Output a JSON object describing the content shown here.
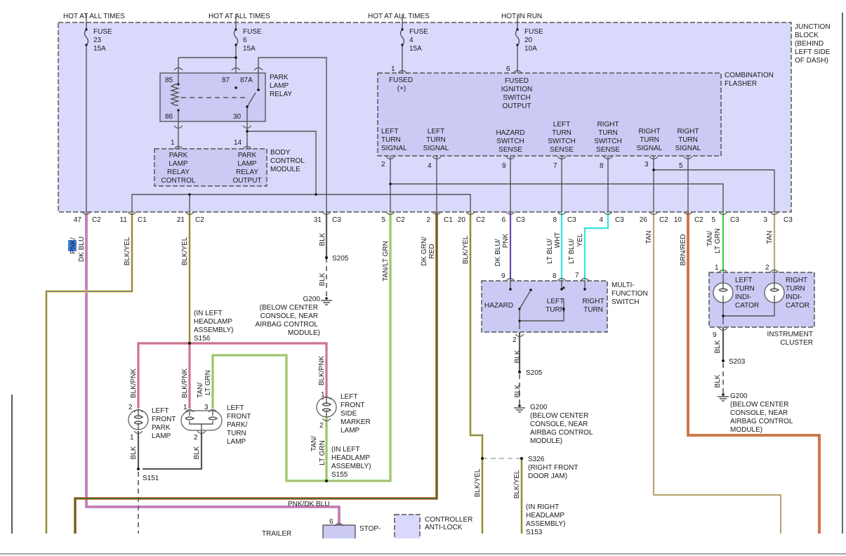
{
  "power_labels": [
    "HOT AT ALL TIMES",
    "HOT AT ALL TIMES",
    "HOT AT ALL TIMES",
    "HOT IN RUN"
  ],
  "fuses": [
    {
      "name": "FUSE",
      "number": "23",
      "rating": "15A"
    },
    {
      "name": "FUSE",
      "number": "6",
      "rating": "15A"
    },
    {
      "name": "FUSE",
      "number": "4",
      "rating": "15A"
    },
    {
      "name": "FUSE",
      "number": "20",
      "rating": "10A"
    }
  ],
  "junction_block": {
    "label": [
      "JUNCTION",
      "BLOCK",
      "(BEHIND",
      "LEFT SIDE",
      "OF DASH)"
    ]
  },
  "park_lamp_relay": {
    "label": [
      "PARK",
      "LAMP",
      "RELAY"
    ],
    "pins": {
      "p85": "85",
      "p86": "86",
      "p87": "87",
      "p87a": "87A",
      "p30": "30"
    }
  },
  "body_control_module": {
    "label": [
      "BODY",
      "CONTROL",
      "MODULE"
    ],
    "pins": {
      "left": "1",
      "right": "14"
    },
    "left_function": [
      "PARK",
      "LAMP",
      "RELAY",
      "CONTROL"
    ],
    "right_function": [
      "PARK",
      "LAMP",
      "RELAY",
      "OUTPUT"
    ]
  },
  "combination_flasher": {
    "label": [
      "COMBINATION",
      "FLASHER"
    ],
    "top_pins": [
      "1",
      "6"
    ],
    "fused": [
      "FUSED",
      "(+)"
    ],
    "ignition": [
      "FUSED",
      "IGNITION",
      "SWITCH",
      "OUTPUT"
    ],
    "bottom": [
      {
        "pin": "2",
        "lines": [
          "LEFT",
          "TURN",
          "SIGNAL"
        ]
      },
      {
        "pin": "4",
        "lines": [
          "LEFT",
          "TURN",
          "SIGNAL"
        ]
      },
      {
        "pin": "9",
        "lines": [
          "HAZARD",
          "SWITCH",
          "SENSE"
        ]
      },
      {
        "pin": "7",
        "lines": [
          "LEFT",
          "TURN",
          "SWITCH",
          "SENSE"
        ]
      },
      {
        "pin": "8",
        "lines": [
          "RIGHT",
          "TURN",
          "SWITCH",
          "SENSE"
        ]
      },
      {
        "pin": "3",
        "lines": [
          "RIGHT",
          "TURN",
          "SIGNAL"
        ]
      },
      {
        "pin": "5",
        "lines": [
          "RIGHT",
          "TURN",
          "SIGNAL"
        ]
      }
    ]
  },
  "connectors": [
    {
      "pin": "47",
      "conn": "C2"
    },
    {
      "pin": "11",
      "conn": "C1"
    },
    {
      "pin": "21",
      "conn": "C2"
    },
    {
      "pin": "31",
      "conn": "C3"
    },
    {
      "pin": "5",
      "conn": "C2"
    },
    {
      "pin": "2",
      "conn": "C1"
    },
    {
      "pin": "20",
      "conn": "C2"
    },
    {
      "pin": "6",
      "conn": "C3"
    },
    {
      "pin": "8",
      "conn": "C3"
    },
    {
      "pin": "4",
      "conn": "C3"
    },
    {
      "pin": "26",
      "conn": "C2"
    },
    {
      "pin": "10",
      "conn": "C2"
    },
    {
      "pin": "5",
      "conn": "C3"
    },
    {
      "pin": "3",
      "conn": "C3"
    }
  ],
  "wire_labels": {
    "pnk_dkblu_a": "PNK/",
    "pnk_dkblu_a_hl": "PN",
    "pnk_dkblu_b": "DK BLU",
    "blkyel": "BLK/YEL",
    "blk": "BLK",
    "tan_ltgrn": "TAN/LT GRN",
    "tan_slash": "TAN/",
    "lt_grn": "LT GRN",
    "dkgrn": "DK GRN/",
    "red": "RED",
    "dkblu": "DK BLU/",
    "pnk": "PNK",
    "ltblu": "LT BLU/",
    "wht": "WHT",
    "yel": "YEL",
    "tan": "TAN",
    "brnred": "BRN/RED",
    "blkpnk": "BLK/PNK",
    "pnk_dk_blu": "PNK/DK BLU"
  },
  "left_front_park_lamp": {
    "label": [
      "LEFT",
      "FRONT",
      "PARK",
      "LAMP"
    ],
    "pins": [
      "2",
      "1"
    ]
  },
  "left_front_park_turn_lamp": {
    "label": [
      "LEFT",
      "FRONT",
      "PARK/",
      "TURN",
      "LAMP"
    ],
    "pins": [
      "1",
      "3",
      "2"
    ]
  },
  "left_front_side_marker_lamp": {
    "label": [
      "LEFT",
      "FRONT",
      "SIDE",
      "MARKER",
      "LAMP"
    ],
    "pins": [
      "1",
      "2"
    ]
  },
  "splices": {
    "s156": [
      "(IN LEFT",
      "HEADLAMP",
      "ASSEMBLY)",
      "S156"
    ],
    "s155": [
      "(IN LEFT",
      "HEADLAMP",
      "ASSEMBLY)",
      "S155"
    ],
    "s151": "S151",
    "s205": "S205",
    "s203": "S203",
    "s326": [
      "S326",
      "(RIGHT FRONT",
      "DOOR JAM)"
    ],
    "s153": [
      "(IN RIGHT",
      "HEADLAMP",
      "ASSEMBLY)",
      "S153"
    ]
  },
  "ground": {
    "name": "G200",
    "location": [
      "(BELOW CENTER",
      "CONSOLE, NEAR",
      "AIRBAG CONTROL",
      "MODULE)"
    ]
  },
  "multifunction_switch": {
    "label": [
      "MULTI-",
      "FUNCTION",
      "SWITCH"
    ],
    "pins": [
      "9",
      "8",
      "7",
      "2"
    ],
    "hazard": "HAZARD",
    "left_turn": [
      "LEFT",
      "TURN"
    ],
    "right_turn": [
      "RIGHT",
      "TURN"
    ]
  },
  "instrument_cluster": {
    "label": [
      "INSTRUMENT",
      "CLUSTER"
    ],
    "pins": [
      "1",
      "2",
      "9"
    ],
    "left_indicator": [
      "LEFT",
      "TURN",
      "INDI-",
      "CATOR"
    ],
    "right_indicator": [
      "RIGHT",
      "TURN",
      "INDI-",
      "CATOR"
    ]
  },
  "bottom_partial": {
    "stop_pin": "6",
    "stop": "STOP-",
    "trailer": "TRAILER",
    "controller": [
      "CONTROLLER",
      "ANTI-LOCK"
    ]
  },
  "colors": {
    "component_fill": "#d9d9fc",
    "highlight": "#3a7ee0"
  }
}
